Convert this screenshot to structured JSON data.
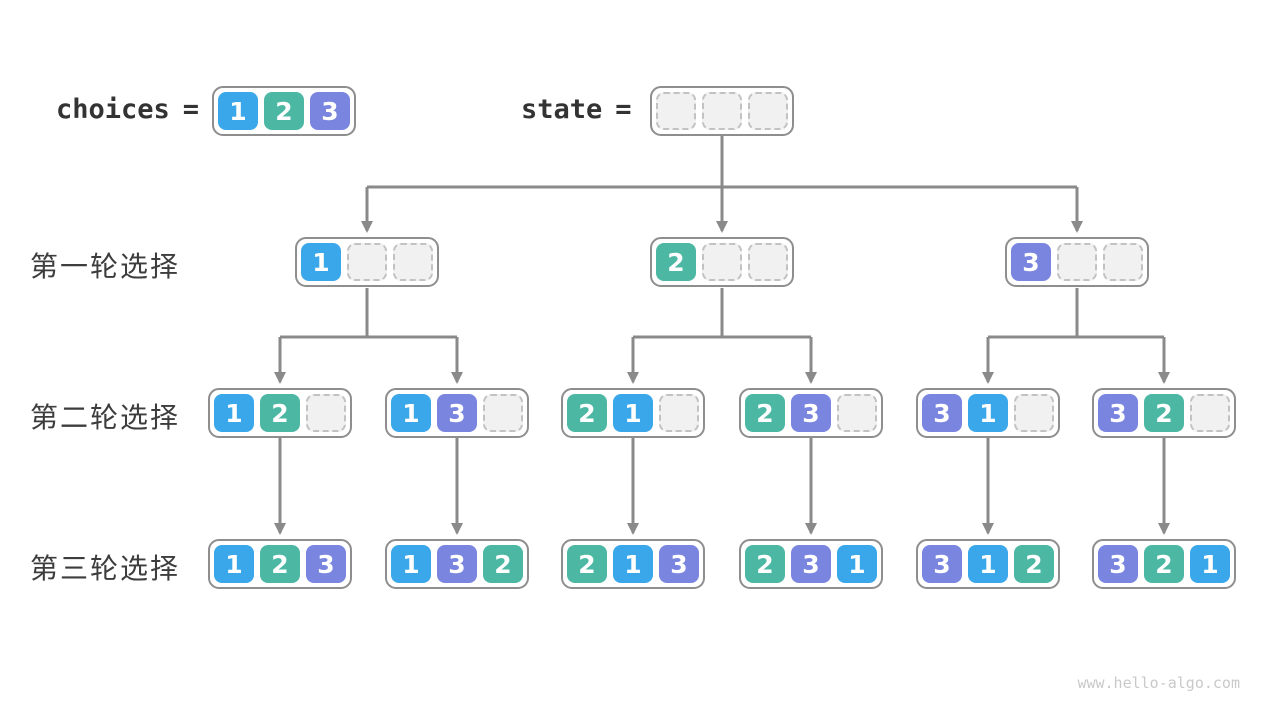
{
  "header": {
    "choices_label": "choices",
    "equals": "=",
    "state_label": "state",
    "choices_values": [
      1,
      2,
      3
    ],
    "state_values": [
      null,
      null,
      null
    ]
  },
  "rows": [
    {
      "label": "第一轮选择",
      "nodes": [
        [
          1,
          null,
          null
        ],
        [
          2,
          null,
          null
        ],
        [
          3,
          null,
          null
        ]
      ]
    },
    {
      "label": "第二轮选择",
      "nodes": [
        [
          1,
          2,
          null
        ],
        [
          1,
          3,
          null
        ],
        [
          2,
          1,
          null
        ],
        [
          2,
          3,
          null
        ],
        [
          3,
          1,
          null
        ],
        [
          3,
          2,
          null
        ]
      ]
    },
    {
      "label": "第三轮选择",
      "nodes": [
        [
          1,
          2,
          3
        ],
        [
          1,
          3,
          2
        ],
        [
          2,
          1,
          3
        ],
        [
          2,
          3,
          1
        ],
        [
          3,
          1,
          2
        ],
        [
          3,
          2,
          1
        ]
      ]
    }
  ],
  "footer": {
    "watermark": "www.hello-algo.com"
  },
  "colors": {
    "value1": "#3aa7ea",
    "value2": "#4cb8a4",
    "value3": "#7a85e0",
    "line": "#8a8a8a",
    "outline": "#8e8e8e",
    "empty_fill": "#f1f1f1",
    "empty_border": "#c2c2c2"
  }
}
